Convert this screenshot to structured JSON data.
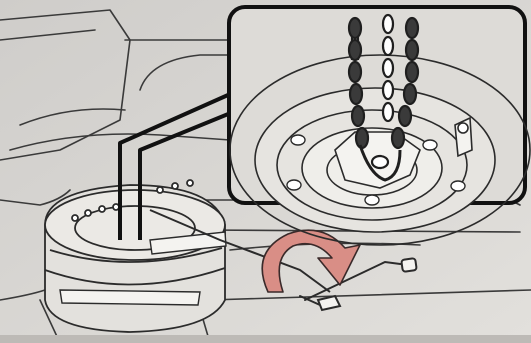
{
  "figure": {
    "labels": [],
    "colors": {
      "paper": "#d8d6d2",
      "ink": "#2b2b2b",
      "arrow_fill": "#d98e86",
      "arrow_stroke": "#3a2a2a"
    },
    "icons": [
      "spare-tire",
      "tire-carrier-chain",
      "jack-handle",
      "rotation-arrow"
    ]
  }
}
